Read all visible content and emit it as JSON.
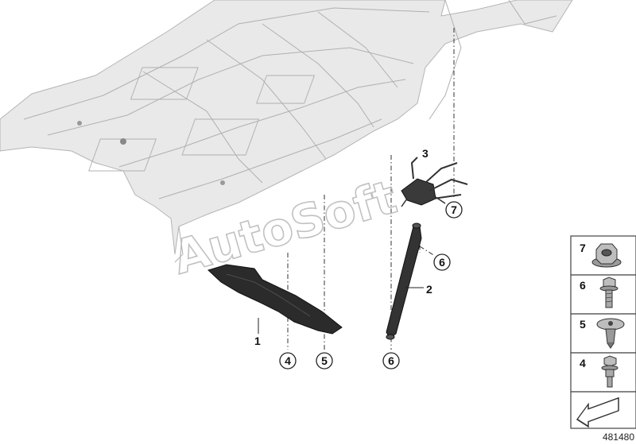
{
  "watermark": "AutoSoft",
  "diagram_number": "481480",
  "callouts": {
    "part1": "1",
    "part2": "2",
    "part3": "3",
    "circle4": "4",
    "circle5": "5",
    "circle6_bottom": "6",
    "circle6_side": "6",
    "circle7": "7"
  },
  "legend": {
    "items": [
      {
        "number": "7",
        "icon": "flange-nut-icon"
      },
      {
        "number": "6",
        "icon": "hex-bolt-icon"
      },
      {
        "number": "5",
        "icon": "expanding-rivet-icon"
      },
      {
        "number": "4",
        "icon": "collar-bolt-icon"
      }
    ]
  },
  "colors": {
    "part_dark": "#2b2b2b",
    "body_gray": "#e9e9e9",
    "outline": "#b5b5b5"
  }
}
